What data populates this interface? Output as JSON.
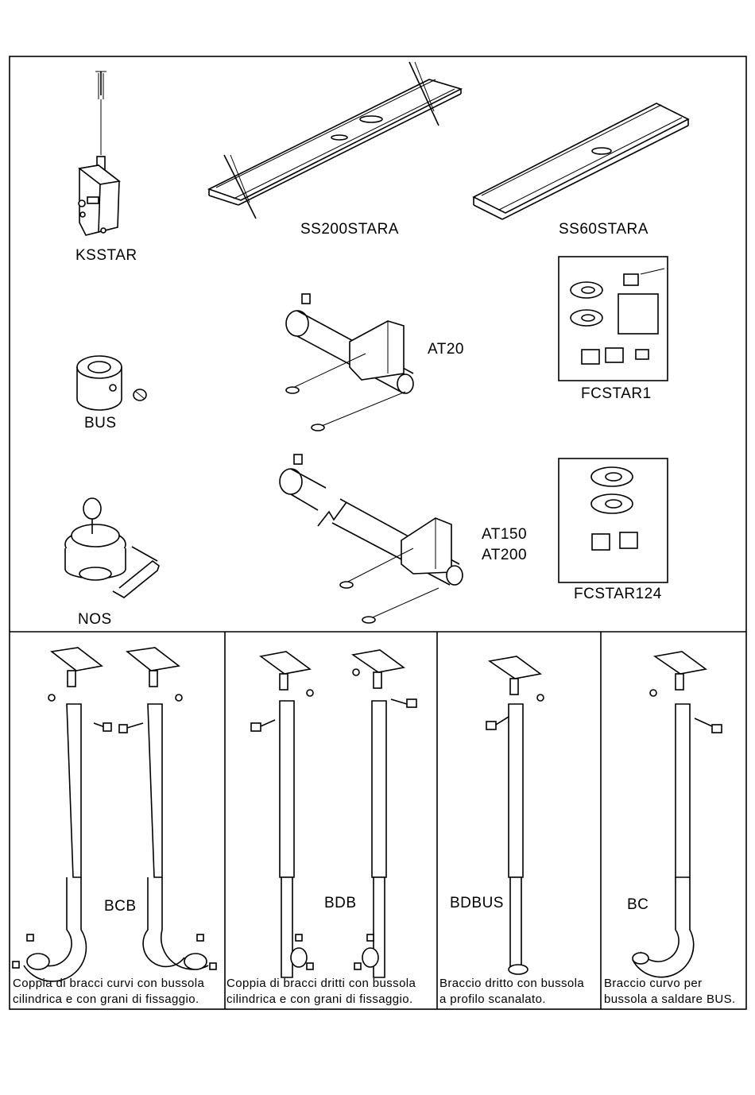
{
  "products": {
    "ksstar": "KSSTAR",
    "ss200stara": "SS200STARA",
    "ss60stara": "SS60STARA",
    "bus": "BUS",
    "at20": "AT20",
    "fcstar1": "FCSTAR1",
    "at150": "AT150",
    "at200": "AT200",
    "fcstar124": "FCSTAR124",
    "nos": "NOS",
    "bcb": "BCB",
    "bdb": "BDB",
    "bdbus": "BDBUS",
    "bc": "BC"
  },
  "captions": {
    "bcb_line1": "Coppia di bracci curvi con bussola",
    "bcb_line2": "cilindrica e con grani di fissaggio.",
    "bdb_line1": "Coppia di bracci dritti con bussola",
    "bdb_line2": "cilindrica e con grani di fissaggio.",
    "bdbus_line1": "Braccio dritto con bussola",
    "bdbus_line2": "a profilo scanalato.",
    "bc_line1": "Braccio curvo per",
    "bc_line2": "bussola a saldare BUS."
  }
}
